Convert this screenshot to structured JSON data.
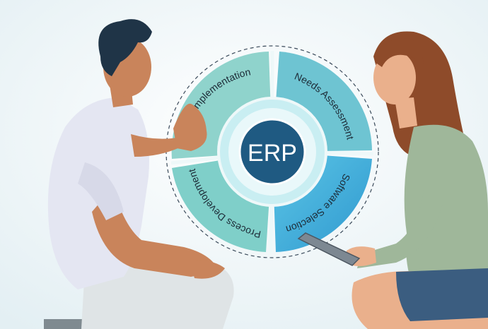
{
  "diagram": {
    "center_label": "ERP",
    "segments": [
      {
        "label": "Implementation"
      },
      {
        "label": "Needs Assessment"
      },
      {
        "label": "Software Selection"
      },
      {
        "label": "Process Development"
      }
    ]
  },
  "colors": {
    "background": "#eef5f7",
    "ring_outer": "#6cc7c7",
    "ring_inner": "#bfe9ee",
    "center_fill": "#1f5a82",
    "center_text": "#ffffff",
    "dashed_line": "#3a4a5a",
    "text_dark": "#1c2a36",
    "shirt_man": "#e4e6f2",
    "shirt_woman": "#9fb79a",
    "hair_man": "#1f3447",
    "hair_woman": "#8e4b2a",
    "skin": "#c9845b",
    "skin_woman": "#eab08c",
    "pants": "#dfe4e6",
    "skirt": "#3b5d80"
  }
}
